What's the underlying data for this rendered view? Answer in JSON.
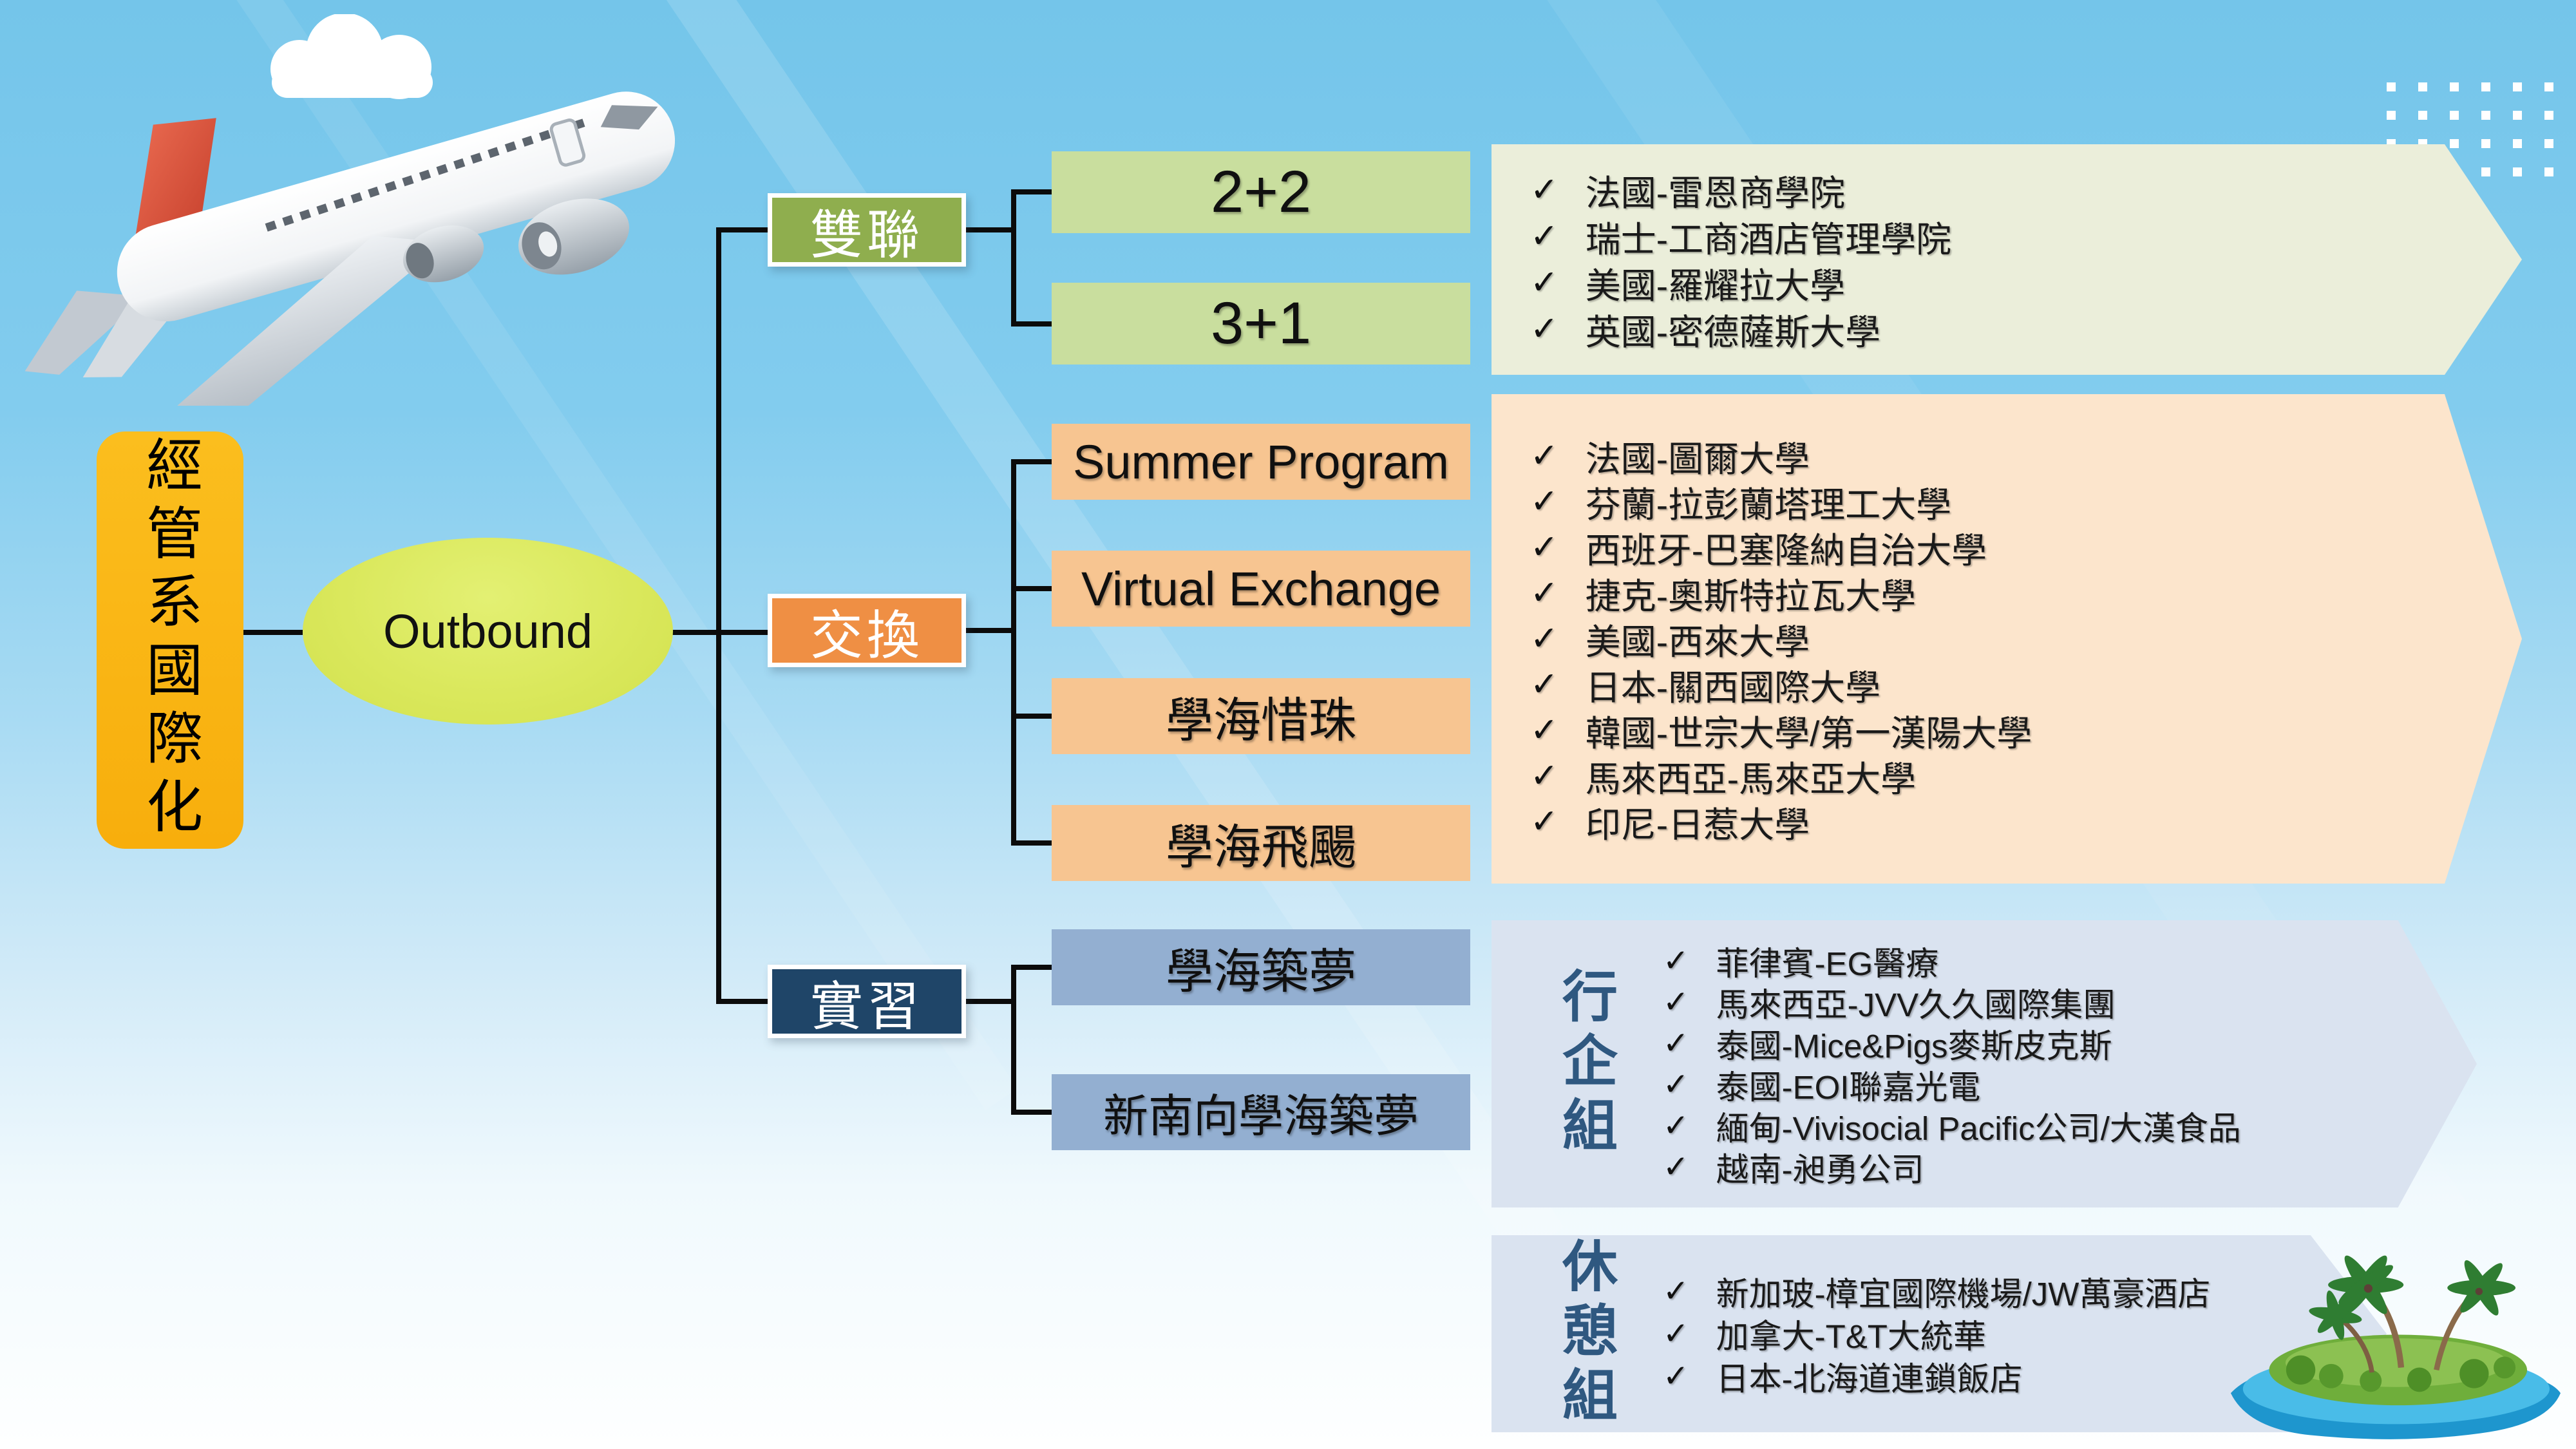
{
  "slide": {
    "root_label": "經管系國際化",
    "hub_label": "Outbound"
  },
  "branches": [
    {
      "label": "雙聯",
      "children": [
        "2+2",
        "3+1"
      ]
    },
    {
      "label": "交換",
      "children": [
        "Summer Program",
        "Virtual Exchange",
        "學海惜珠",
        "學海飛颺"
      ]
    },
    {
      "label": "實習",
      "children": [
        "學海築夢",
        "新南向學海築夢"
      ]
    }
  ],
  "panels": [
    {
      "name": "dual-degree-partners",
      "items": [
        "法國-雷恩商學院",
        "瑞士-工商酒店管理學院",
        "美國-羅耀拉大學",
        "英國-密德薩斯大學"
      ]
    },
    {
      "name": "exchange-partners",
      "items": [
        "法國-圖爾大學",
        "芬蘭-拉彭蘭塔理工大學",
        "西班牙-巴塞隆納自治大學",
        "捷克-奧斯特拉瓦大學",
        "美國-西來大學",
        "日本-關西國際大學",
        "韓國-世宗大學/第一漢陽大學",
        "馬來西亞-馬來亞大學",
        "印尼-日惹大學"
      ]
    },
    {
      "name": "internship-business-group",
      "group_label": "行企組",
      "items": [
        "菲律賓-EG醫療",
        "馬來西亞-JVV久久國際集團",
        "泰國-Mice&Pigs麥斯皮克斯",
        "泰國-EOI聯嘉光電",
        "緬甸-Vivisocial Pacific公司/大漢食品",
        "越南-昶勇公司"
      ]
    },
    {
      "name": "internship-leisure-group",
      "group_label": "休憩組",
      "items": [
        "新加玻-樟宜國際機場/JW萬豪酒店",
        "加拿大-T&T大統華",
        "日本-北海道連鎖飯店"
      ]
    }
  ],
  "icons": {
    "check": "✓"
  },
  "colors": {
    "background_top": "#74C5EA",
    "background_bottom": "#FEFFFF",
    "root_box": "#F9B214",
    "hub_ellipse": "#DAE85C",
    "dual_degree": "#8FAE4E",
    "dual_degree_light": "#C9DE9E",
    "dual_degree_panel": "#EBEEDA",
    "exchange": "#EF8F44",
    "exchange_light": "#F7C591",
    "exchange_panel": "#FCE5CC",
    "internship": "#1F4568",
    "internship_light": "#93AFD1",
    "internship_panel": "#DAE3F0",
    "group_label_text": "#2F5880",
    "connector": "#0B0B0B"
  }
}
